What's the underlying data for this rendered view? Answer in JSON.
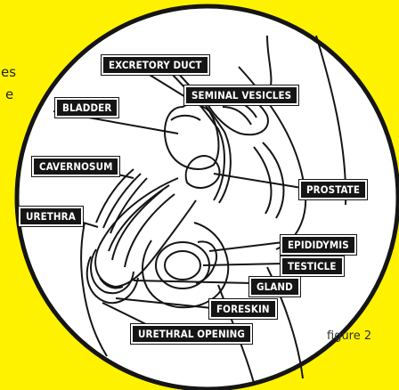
{
  "side_fragments": [
    "es",
    "e"
  ],
  "caption": "figure 2",
  "labels": {
    "excretory_duct": "EXCRETORY DUCT",
    "seminal_vesicles": "SEMINAL VESICLES",
    "bladder": "BLADDER",
    "cavernosum": "CAVERNOSUM",
    "prostate": "PROSTATE",
    "urethra": "URETHRA",
    "epididymis": "EPIDIDYMIS",
    "testicle": "TESTICLE",
    "gland": "GLAND",
    "foreskin": "FORESKIN",
    "urethral_opening": "URETHRAL OPENING"
  },
  "colors": {
    "background": "#fff200",
    "circle": "#ffffff",
    "ink": "#151515"
  }
}
